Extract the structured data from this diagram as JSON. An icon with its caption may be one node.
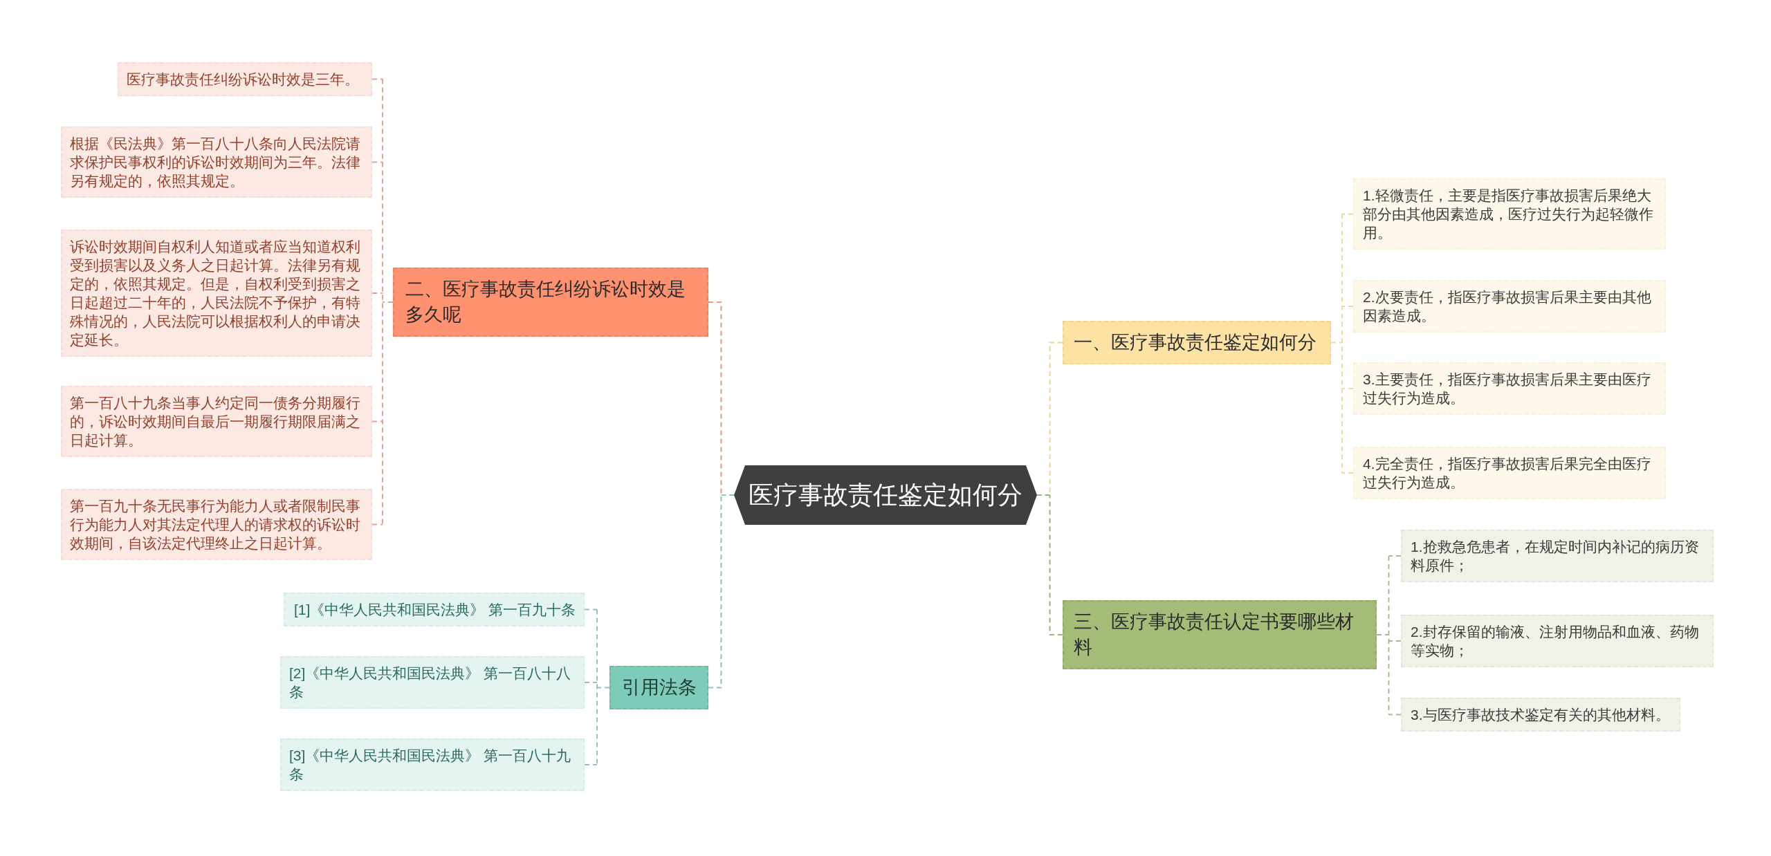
{
  "diagram": {
    "nodes": [
      {
        "text": [
          "医疗事故责任鉴定如何分"
        ]
      },
      {
        "text": [
          "二、医疗事故责任纠纷诉讼时效是多久呢"
        ]
      },
      {
        "text": [
          "医疗事故责任纠纷诉讼时效是三年。"
        ]
      },
      {
        "text": [
          "根据《民法典》第一百八十八条向人民法院请求保护民事权利的诉讼时效期间为三年。法律另有规定的，依照其规定。"
        ]
      },
      {
        "text": [
          "诉讼时效期间自权利人知道或者应当知道权利受到损害以及义务人之日起计算。法律另有规定的，依照其规定。但是，自权利受到损害之日起超过二十年的，人民法院不予保护，有特殊情况的，人民法院可以根据权利人的申请决定延长。"
        ]
      },
      {
        "text": [
          "第一百八十九条当事人约定同一债务分期履行的，诉讼时效期间自最后一期履行期限届满之日起计算。"
        ]
      },
      {
        "text": [
          "第一百九十条无民事行为能力人或者限制民事行为能力人对其法定代理人的请求权的诉讼时效期间，自该法定代理终止之日起计算。"
        ]
      },
      {
        "text": [
          "引用法条"
        ]
      },
      {
        "text": [
          "[1]《中华人民共和国民法典》 第一百九十条"
        ]
      },
      {
        "text": [
          "[2]《中华人民共和国民法典》 第一百八十八条"
        ]
      },
      {
        "text": [
          "[3]《中华人民共和国民法典》 第一百八十九条"
        ]
      },
      {
        "text": [
          "一、医疗事故责任鉴定如何分"
        ]
      },
      {
        "text": [
          "1.轻微责任，主要是指医疗事故损害后果绝大部分由其他因素造成，医疗过失行为起轻微作用。"
        ]
      },
      {
        "text": [
          "2.次要责任，指医疗事故损害后果主要由其他因素造成。"
        ]
      },
      {
        "text": [
          "3.主要责任，指医疗事故损害后果主要由医疗过失行为造成。"
        ]
      },
      {
        "text": [
          "4.完全责任，指医疗事故损害后果完全由医疗过失行为造成。"
        ]
      },
      {
        "text": [
          "三、医疗事故责任认定书要哪些材料"
        ]
      },
      {
        "text": [
          "1.抢救急危患者，在规定时间内补记的病历资料原件；"
        ]
      },
      {
        "text": [
          "2.封存保留的输液、注射用物品和血液、药物等实物；"
        ]
      },
      {
        "text": [
          "3.与医疗事故技术鉴定有关的其他材料。"
        ]
      }
    ],
    "edges": [
      {
        "from": 0,
        "to": 1,
        "arrow": "none",
        "style": "dashed",
        "color": "#ea9a7e"
      },
      {
        "from": 1,
        "to": 2,
        "arrow": "none",
        "style": "dashed",
        "color": "#dda595"
      },
      {
        "from": 1,
        "to": 3,
        "arrow": "none",
        "style": "dashed",
        "color": "#dda595"
      },
      {
        "from": 1,
        "to": 4,
        "arrow": "none",
        "style": "dashed",
        "color": "#dda595"
      },
      {
        "from": 1,
        "to": 5,
        "arrow": "none",
        "style": "dashed",
        "color": "#dda595"
      },
      {
        "from": 1,
        "to": 6,
        "arrow": "none",
        "style": "dashed",
        "color": "#dda595"
      },
      {
        "from": 0,
        "to": 7,
        "arrow": "none",
        "style": "dashed",
        "color": "#86c7b8"
      },
      {
        "from": 7,
        "to": 8,
        "arrow": "none",
        "style": "dashed",
        "color": "#94c2b7"
      },
      {
        "from": 7,
        "to": 9,
        "arrow": "none",
        "style": "dashed",
        "color": "#94c2b7"
      },
      {
        "from": 7,
        "to": 10,
        "arrow": "none",
        "style": "dashed",
        "color": "#94c2b7"
      },
      {
        "from": 0,
        "to": 11,
        "arrow": "none",
        "style": "dashed",
        "color": "#ecd890"
      },
      {
        "from": 11,
        "to": 12,
        "arrow": "none",
        "style": "dashed",
        "color": "#ecdca4"
      },
      {
        "from": 11,
        "to": 13,
        "arrow": "none",
        "style": "dashed",
        "color": "#ecdca4"
      },
      {
        "from": 11,
        "to": 14,
        "arrow": "none",
        "style": "dashed",
        "color": "#ecdca4"
      },
      {
        "from": 11,
        "to": 15,
        "arrow": "none",
        "style": "dashed",
        "color": "#ecdca4"
      },
      {
        "from": 0,
        "to": 16,
        "arrow": "none",
        "style": "dashed",
        "color": "#9db47a"
      },
      {
        "from": 16,
        "to": 17,
        "arrow": "none",
        "style": "dashed",
        "color": "#abb893"
      },
      {
        "from": 16,
        "to": 18,
        "arrow": "none",
        "style": "dashed",
        "color": "#abb893"
      },
      {
        "from": 16,
        "to": 19,
        "arrow": "none",
        "style": "dashed",
        "color": "#abb893"
      }
    ]
  }
}
